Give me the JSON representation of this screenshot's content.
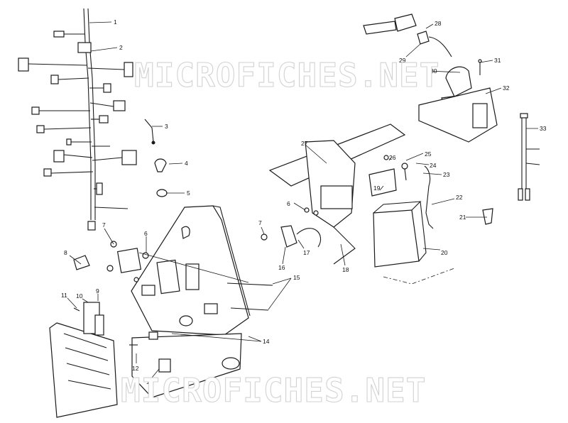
{
  "watermark": {
    "text": "MICROFICHES.NET"
  },
  "callouts": [
    "1",
    "2",
    "3",
    "4",
    "5",
    "6",
    "7",
    "8",
    "9",
    "10",
    "11",
    "12",
    "13",
    "14",
    "15",
    "16",
    "17",
    "18",
    "19",
    "20",
    "21",
    "22",
    "23",
    "24",
    "25",
    "26",
    "27",
    "28",
    "29",
    "30",
    "31",
    "32",
    "33",
    "6",
    "7"
  ],
  "colors": {
    "line": "#1a1a1a",
    "background": "#ffffff",
    "watermark": "#d2d2d2"
  }
}
